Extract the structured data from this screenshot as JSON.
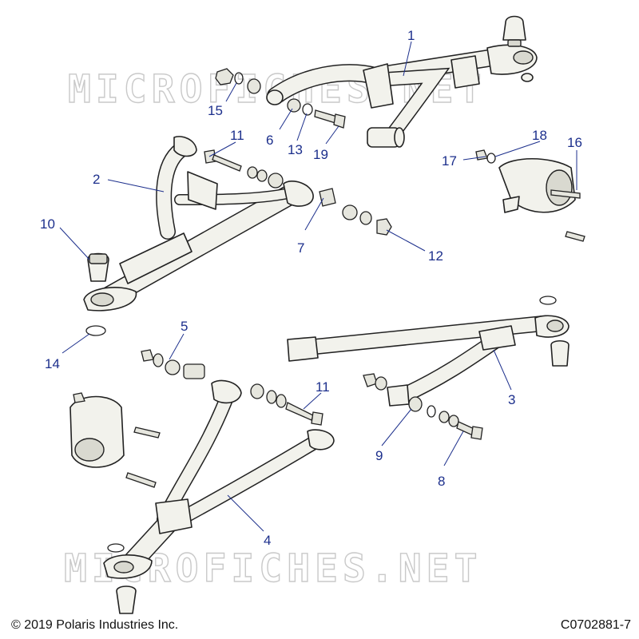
{
  "watermark": "MICROFICHES.NET",
  "copyright": "© 2019 Polaris Industries Inc.",
  "diagram_id": "C0702881-7",
  "callouts": {
    "c1": "1",
    "c2": "2",
    "c3": "3",
    "c4": "4",
    "c5": "5",
    "c6": "6",
    "c7": "7",
    "c8": "8",
    "c9": "9",
    "c10": "10",
    "c11a": "11",
    "c11b": "11",
    "c12": "12",
    "c13": "13",
    "c14": "14",
    "c15": "15",
    "c16": "16",
    "c17": "17",
    "c18": "18",
    "c19": "19"
  }
}
